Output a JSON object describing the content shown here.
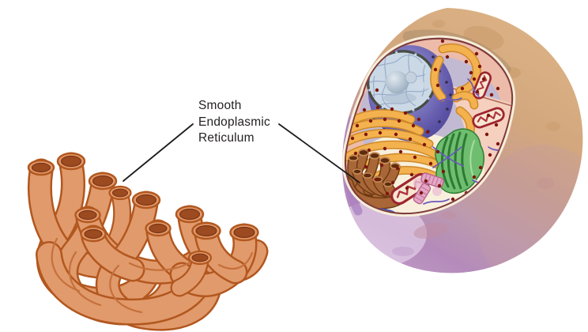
{
  "figure": {
    "type": "biology-diagram",
    "background_color": "#FFFFFF",
    "label": {
      "lines": [
        "Smooth",
        "Endoplasmic",
        "Reticulum"
      ],
      "color": "#231F20"
    },
    "views": {
      "left": "smooth-endoplasmic-reticulum-closeup",
      "right": "animal-cell-cutaway"
    },
    "structures": [
      "smooth-endoplasmic-reticulum-tubules",
      "cell-membrane",
      "cytoplasm",
      "nucleus",
      "nuclear-pores",
      "chromatin",
      "nucleolus",
      "rough-endoplasmic-reticulum",
      "ribosomes",
      "mitochondria",
      "golgi-apparatus",
      "centrioles",
      "cytoskeleton-filaments"
    ],
    "palette": {
      "er_tubule_fill": "#E19A6B",
      "er_tubule_outline": "#B2571F",
      "er_opening": "#9C4A20",
      "cell_body_tan": "#D5A87F",
      "cell_body_purple": "#B48BBA",
      "membrane_cream": "#F7EEDA",
      "membrane_maroon": "#7E3B3B",
      "cytoplasm_salmon": "#EDBBA9",
      "cytoplasm_cream": "#F8F0DC",
      "cytosol_lavender": "#C2BAD2",
      "nucleus_purple": "#5C53A6",
      "nucleoplasm_blue": "#CBD9E6",
      "nucleolus_gray": "#8CA2B4",
      "rough_er_yellow": "#F3B24E",
      "ribosome_red": "#7E150C",
      "mitochondrion_red": "#9E2530",
      "golgi_green": "#2F7D33",
      "centriole_pink": "#E7A6C6",
      "filament_purple": "#6A58BE",
      "leader_line": "#1D1B1C"
    }
  }
}
